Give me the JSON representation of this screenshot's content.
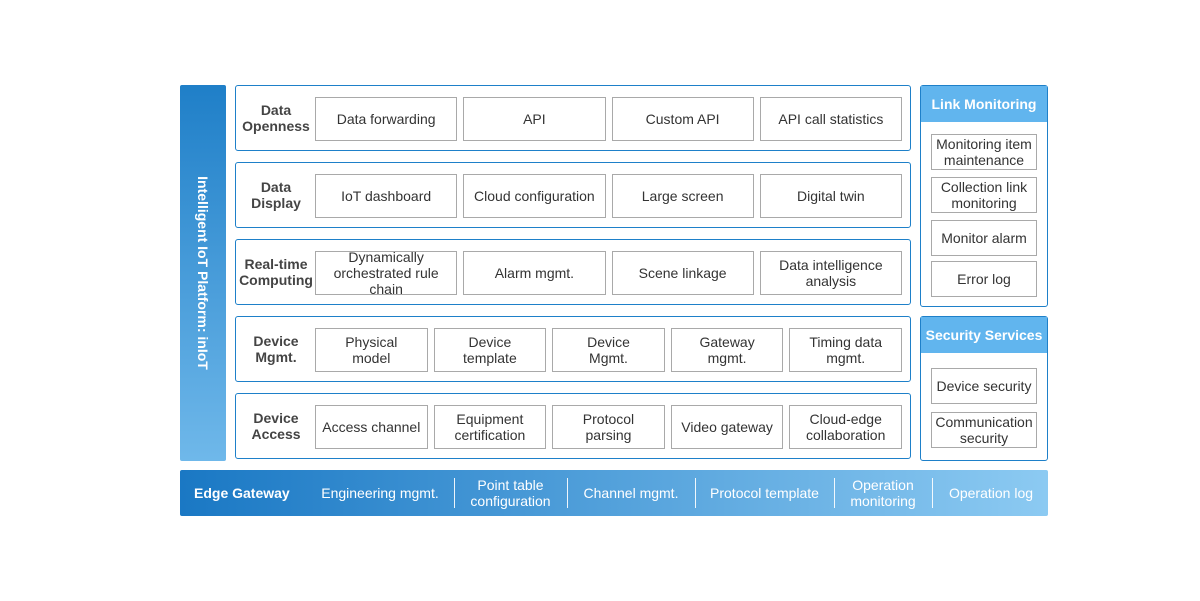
{
  "platform_title": "Intelligent IoT Platform: inIoT",
  "layers": [
    {
      "title": "Data\nOpenness",
      "items": [
        "Data forwarding",
        "API",
        "Custom API",
        "API call statistics"
      ]
    },
    {
      "title": "Data\nDisplay",
      "items": [
        "IoT dashboard",
        "Cloud configuration",
        "Large screen",
        "Digital twin"
      ]
    },
    {
      "title": "Real-time\nComputing",
      "items": [
        "Dynamically\norchestrated rule chain",
        "Alarm mgmt.",
        "Scene linkage",
        "Data intelligence\nanalysis"
      ]
    },
    {
      "title": "Device\nMgmt.",
      "items": [
        "Physical\nmodel",
        "Device\ntemplate",
        "Device\nMgmt.",
        "Gateway\nmgmt.",
        "Timing data\nmgmt."
      ]
    },
    {
      "title": "Device\nAccess",
      "items": [
        "Access channel",
        "Equipment\ncertification",
        "Protocol\nparsing",
        "Video gateway",
        "Cloud-edge\ncollaboration"
      ]
    }
  ],
  "link_monitoring": {
    "title": "Link Monitoring",
    "items": [
      "Monitoring item\nmaintenance",
      "Collection link\nmonitoring",
      "Monitor alarm",
      "Error log"
    ]
  },
  "security_services": {
    "title": "Security Services",
    "items": [
      "Device security",
      "Communication\nsecurity"
    ]
  },
  "edge_gateway": {
    "title": "Edge Gateway",
    "items": [
      "Engineering mgmt.",
      "Point table\nconfiguration",
      "Channel mgmt.",
      "Protocol template",
      "Operation\nmonitoring",
      "Operation log"
    ]
  }
}
